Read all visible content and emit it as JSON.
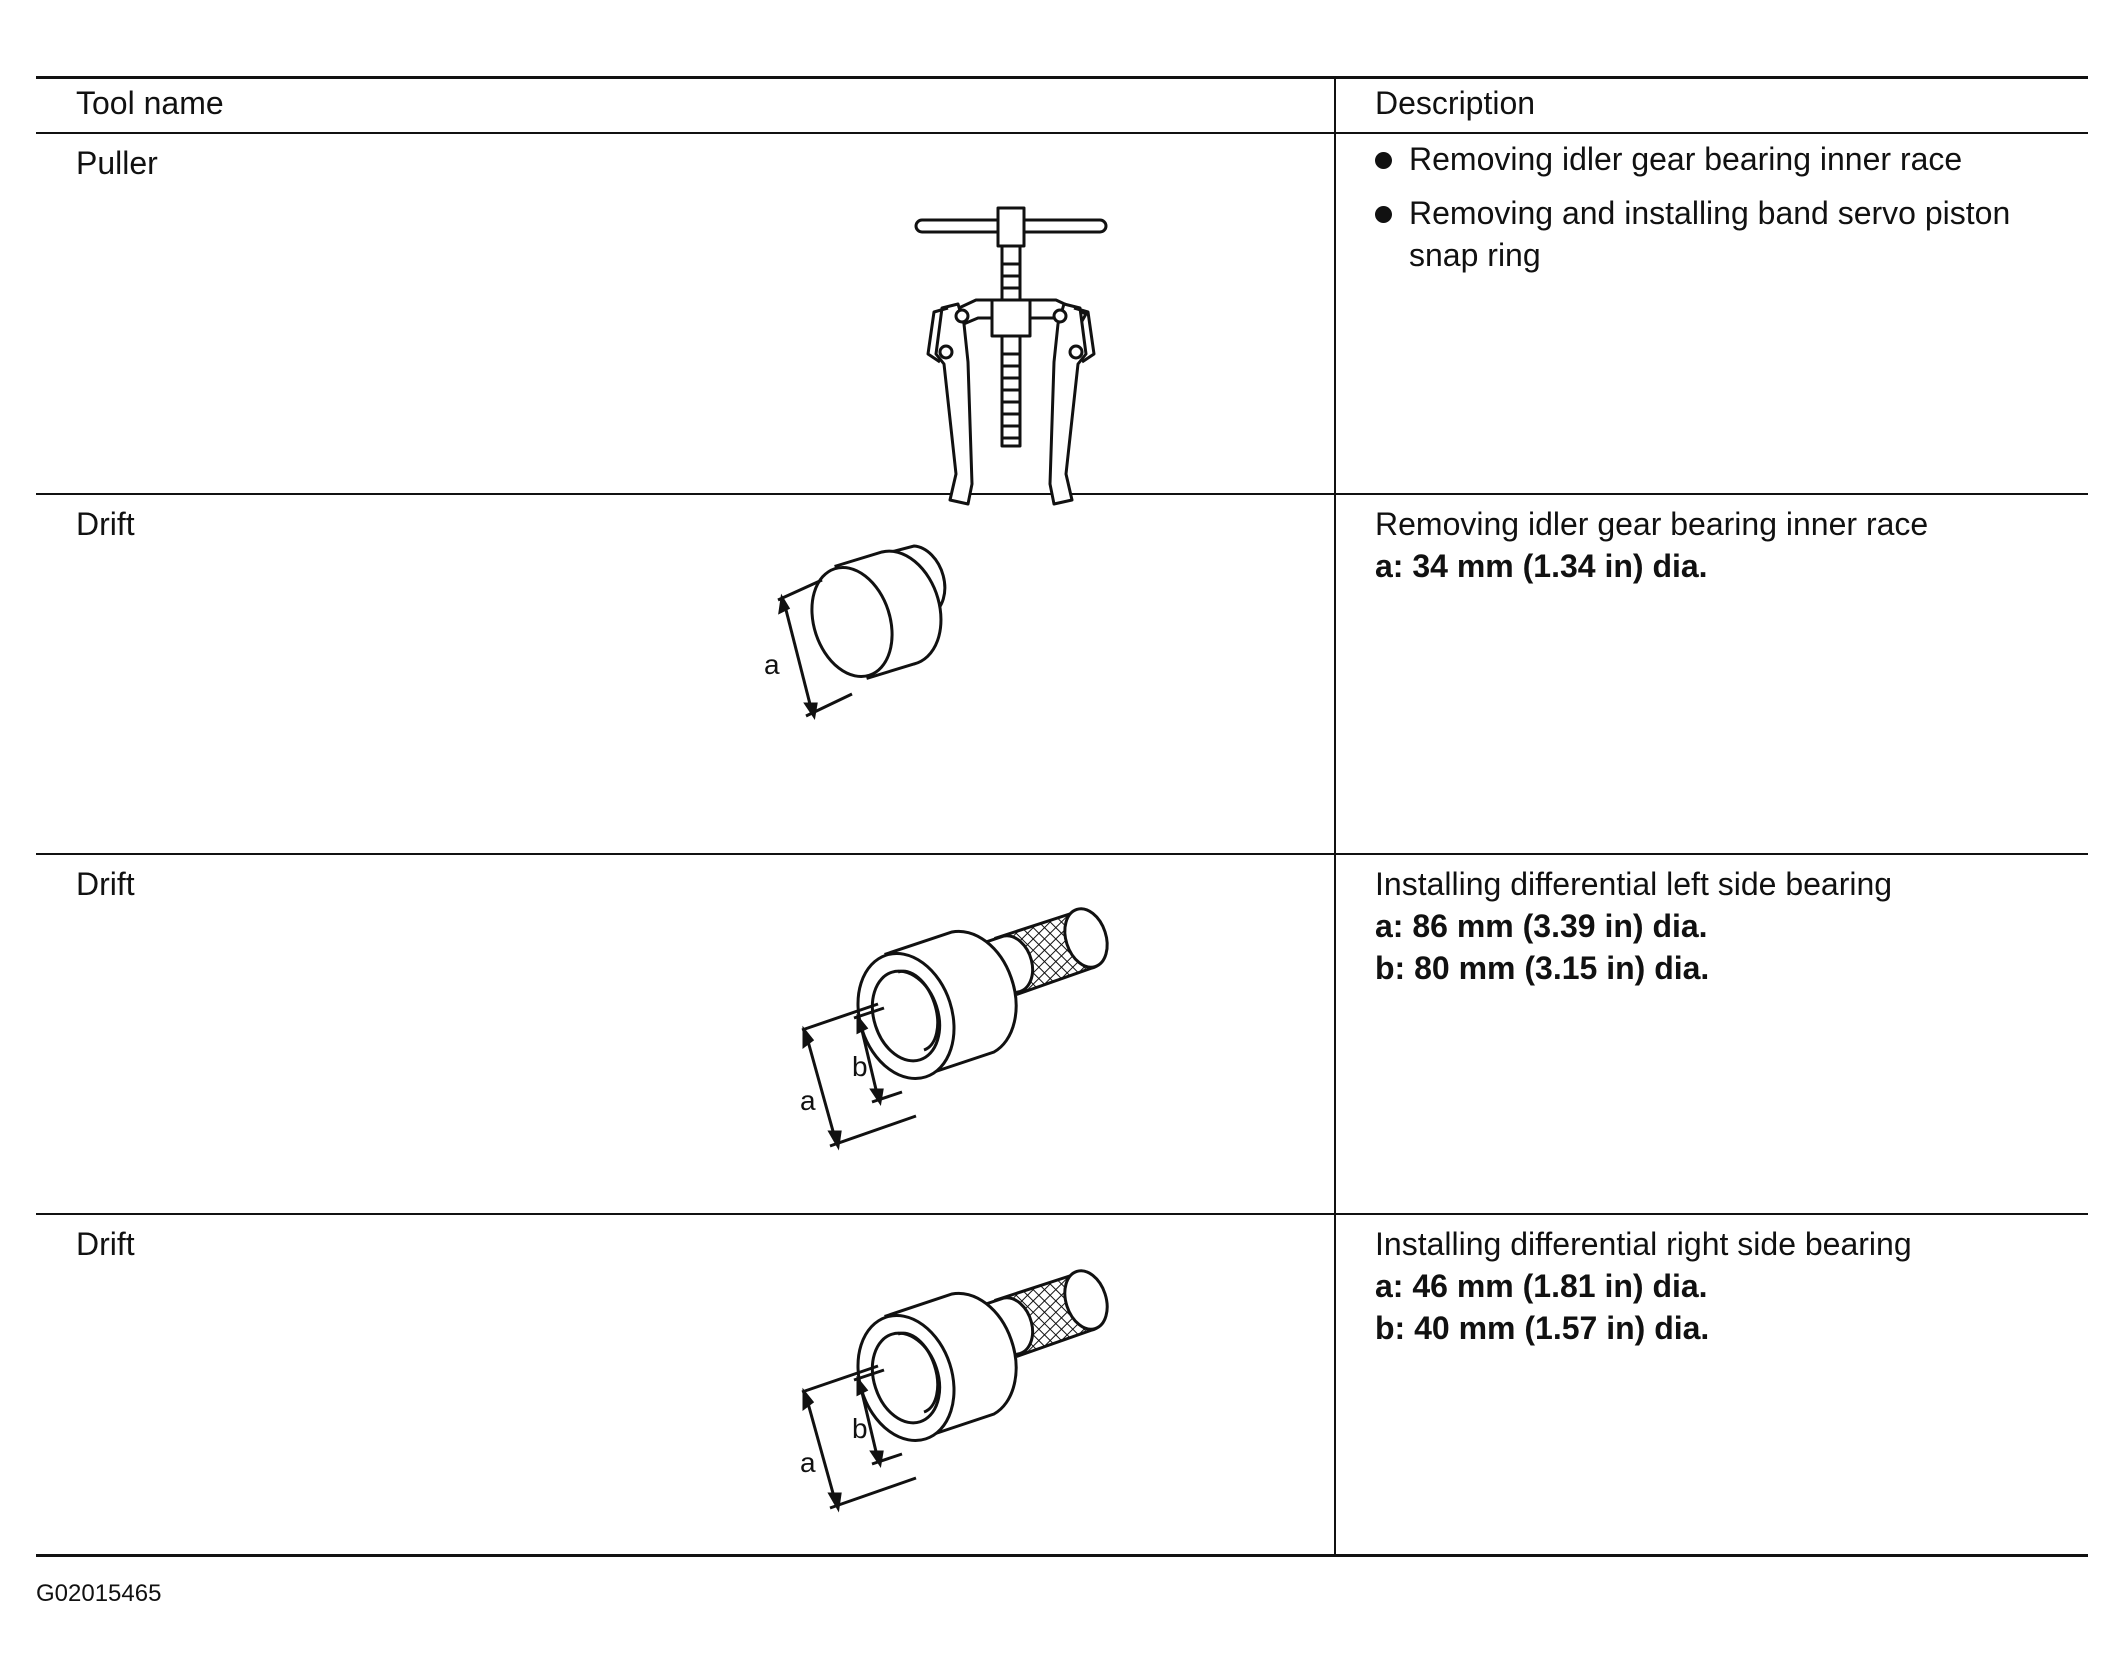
{
  "table": {
    "headers": {
      "tool_name": "Tool name",
      "description": "Description"
    },
    "rows": [
      {
        "tool_name": "Puller",
        "icon": "puller-illustration",
        "bullets": [
          "Removing idler gear bearing inner race",
          "Removing and installing band servo piston",
          "snap ring"
        ]
      },
      {
        "tool_name": "Drift",
        "icon": "drift-illustration",
        "desc_line": "Removing idler gear bearing inner race",
        "specs": [
          "a: 34 mm (1.34 in) dia."
        ],
        "dim_labels": [
          "a"
        ]
      },
      {
        "tool_name": "Drift",
        "icon": "knurled-drift-illustration",
        "desc_line": "Installing differential left side bearing",
        "specs": [
          "a: 86 mm (3.39 in) dia.",
          "b: 80 mm (3.15 in) dia."
        ],
        "dim_labels": [
          "a",
          "b"
        ]
      },
      {
        "tool_name": "Drift",
        "icon": "knurled-drift-illustration",
        "desc_line": "Installing differential right side bearing",
        "specs": [
          "a: 46 mm (1.81 in) dia.",
          "b: 40 mm (1.57 in) dia."
        ],
        "dim_labels": [
          "a",
          "b"
        ]
      }
    ]
  },
  "figure_number": "G02015465"
}
